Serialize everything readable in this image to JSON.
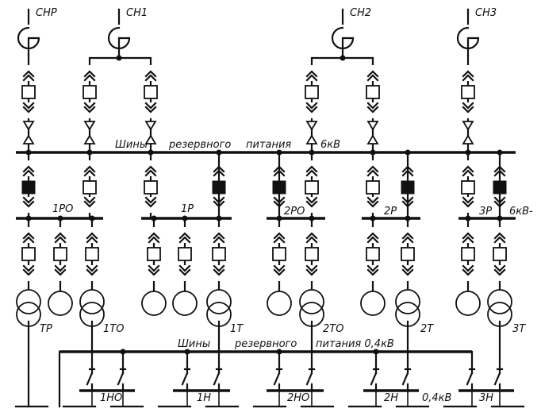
{
  "sources": [
    {
      "id": "snp",
      "label": "СНР"
    },
    {
      "id": "sn1",
      "label": "СН1"
    },
    {
      "id": "sn2",
      "label": "СН2"
    },
    {
      "id": "sn3",
      "label": "СН3"
    }
  ],
  "reserve_bus_6kv": {
    "label_1": "Шины",
    "label_2": "резервного",
    "label_3": "питания",
    "label_4": "6кВ"
  },
  "sections_6kv": [
    {
      "id": "1ro",
      "label": "1РО"
    },
    {
      "id": "1r",
      "label": "1Р"
    },
    {
      "id": "2ro",
      "label": "2РО"
    },
    {
      "id": "2r",
      "label": "2Р"
    },
    {
      "id": "3r",
      "label": "3Р",
      "voltage": "6кВ-"
    }
  ],
  "transformers": [
    {
      "id": "tr",
      "label": "ТР"
    },
    {
      "id": "1to",
      "label": "1ТО"
    },
    {
      "id": "1t",
      "label": "1Т"
    },
    {
      "id": "2to",
      "label": "2ТО"
    },
    {
      "id": "2t",
      "label": "2Т"
    },
    {
      "id": "3t",
      "label": "3Т"
    }
  ],
  "reserve_bus_04kv": {
    "label_1": "Шины",
    "label_2": "резервного",
    "label_3": "питания 0,4кВ"
  },
  "sections_04kv": [
    {
      "id": "1no",
      "label": "1НО"
    },
    {
      "id": "1n",
      "label": "1Н"
    },
    {
      "id": "2no",
      "label": "2НО"
    },
    {
      "id": "2n",
      "label": "2Н",
      "voltage": "0,4кВ"
    },
    {
      "id": "3n",
      "label": "3Н"
    }
  ]
}
